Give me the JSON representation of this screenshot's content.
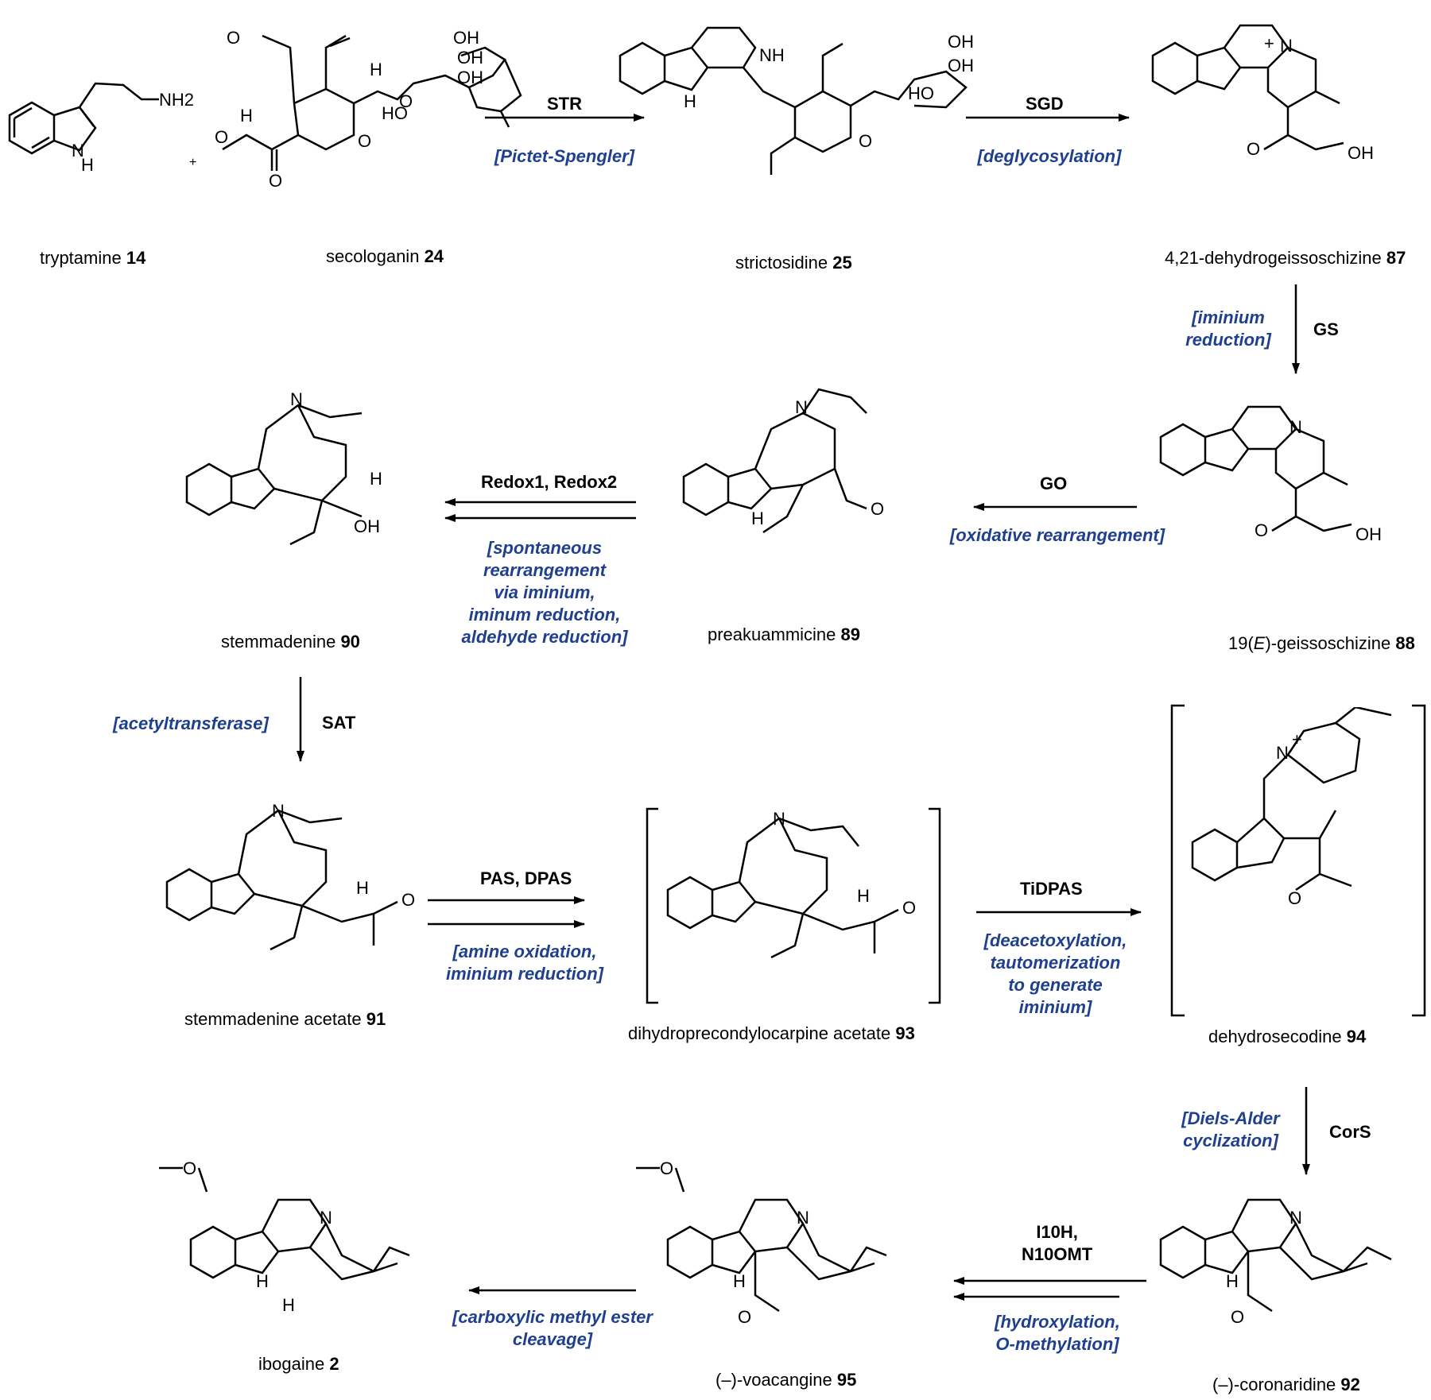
{
  "compounds": {
    "c14": {
      "name": "tryptamine",
      "num": "14"
    },
    "c24": {
      "name": "secologanin",
      "num": "24"
    },
    "c25": {
      "name": "strictosidine",
      "num": "25"
    },
    "c87": {
      "name": "4,21-dehydrogeissoschizine",
      "num": "87"
    },
    "c88": {
      "name_pre": "19(",
      "name_it": "E",
      "name_post": ")-geissoschizine",
      "num": "88"
    },
    "c89": {
      "name": "preakuammicine",
      "num": "89"
    },
    "c90": {
      "name": "stemmadenine",
      "num": "90"
    },
    "c91": {
      "name": "stemmadenine acetate",
      "num": "91"
    },
    "c93": {
      "name": "dihydroprecondylocarpine acetate",
      "num": "93"
    },
    "c94": {
      "name": "dehydrosecodine",
      "num": "94"
    },
    "c92": {
      "name": "(–)-coronaridine",
      "num": "92"
    },
    "c95": {
      "name": "(–)-voacangine",
      "num": "95"
    },
    "c2": {
      "name": "ibogaine",
      "num": "2"
    }
  },
  "enzymes": {
    "str": "STR",
    "sgd": "SGD",
    "gs": "GS",
    "go": "GO",
    "redox": "Redox1, Redox2",
    "sat": "SAT",
    "pas": "PAS, DPAS",
    "tidpas": "TiDPAS",
    "cors": "CorS",
    "i10h": [
      "I10H,",
      "N10OMT"
    ]
  },
  "reactions": {
    "str": [
      "[Pictet-Spengler]"
    ],
    "sgd": [
      "[deglycosylation]"
    ],
    "gs": [
      "[iminium",
      "reduction]"
    ],
    "go": [
      "[oxidative rearrangement]"
    ],
    "redox": [
      "[spontaneous",
      "rearrangement",
      "via iminium,",
      "iminum reduction,",
      "aldehyde reduction]"
    ],
    "sat": [
      "[acetyltransferase]"
    ],
    "pas": [
      "[amine oxidation,",
      "iminium reduction]"
    ],
    "tidpas": [
      "[deacetoxylation,",
      "tautomerization",
      "to generate",
      "iminium]"
    ],
    "cors": [
      "[Diels-Alder",
      "cyclization]"
    ],
    "i10h": [
      "[hydroxylation,",
      "O-methylation]"
    ],
    "ester": [
      "[carboxylic methyl ester",
      "cleavage]"
    ]
  },
  "plus_sign": "+",
  "atom_labels": {
    "nh2": "NH2",
    "nh": "NH",
    "n": "N",
    "h": "H",
    "o": "O",
    "oh": "OH",
    "ho": "HO",
    "n_plus": "N",
    "plus": "+"
  },
  "colors": {
    "reaction_text": "#1f3f8f",
    "structure": "#000000"
  }
}
